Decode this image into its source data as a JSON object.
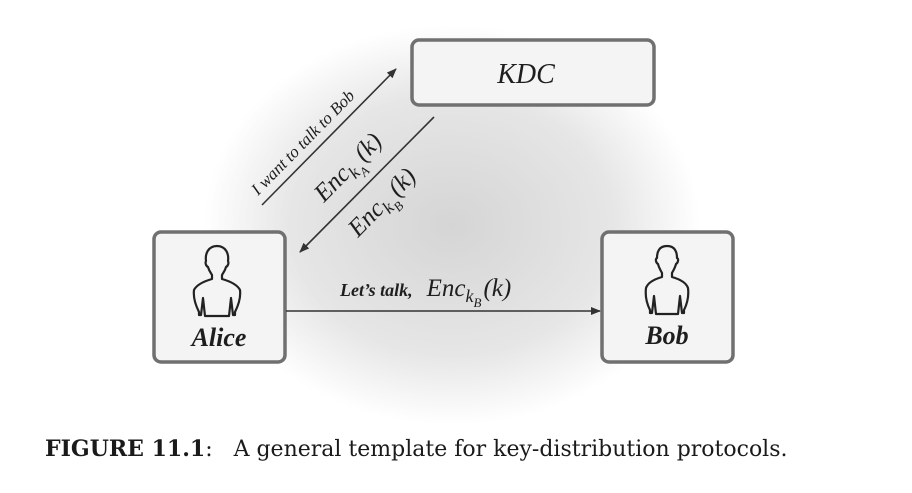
{
  "diagram": {
    "kdc_label": "KDC",
    "alice_label": "Alice",
    "bob_label": "Bob",
    "msg_request": "I want to talk to Bob",
    "enc_prefix": "Enc",
    "k_sub": "k",
    "sub_A": "A",
    "sub_B": "B",
    "paren_k": "(k)",
    "lets_talk": "Let’s talk,"
  },
  "caption": {
    "label": "FIGURE 11.1",
    "separator": ":",
    "text": "A general template for key-distribution protocols."
  },
  "colors": {
    "box_stroke": "#707070",
    "box_fill": "#f4f4f4",
    "text": "#1e1e1e",
    "halo_center": "#d9d9d9",
    "halo_edge": "#ffffff"
  }
}
